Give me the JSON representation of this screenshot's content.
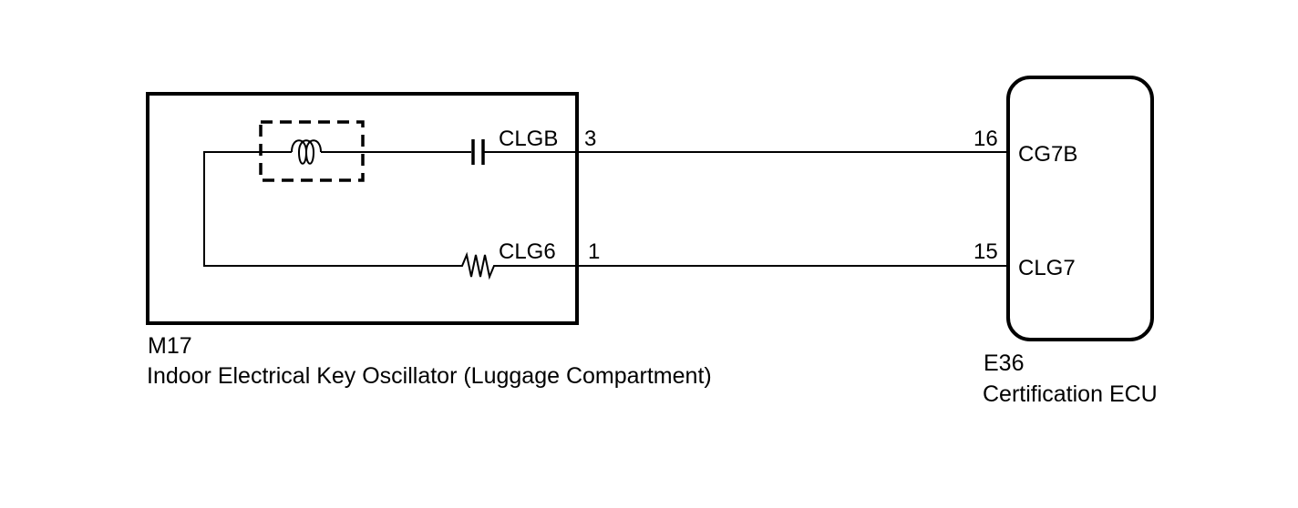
{
  "left_component": {
    "code": "M17",
    "name": "Indoor Electrical Key Oscillator (Luggage Compartment)",
    "terminals": [
      {
        "signal": "CLGB",
        "pin": "3"
      },
      {
        "signal": "CLG6",
        "pin": "1"
      }
    ]
  },
  "right_component": {
    "code": "E36",
    "name": "Certification ECU",
    "terminals": [
      {
        "signal": "CG7B",
        "pin": "16"
      },
      {
        "signal": "CLG7",
        "pin": "15"
      }
    ]
  },
  "symbols": [
    "coil-icon",
    "capacitor-icon",
    "resistor-icon"
  ],
  "colors": {
    "line": "#000000",
    "background": "#ffffff"
  }
}
